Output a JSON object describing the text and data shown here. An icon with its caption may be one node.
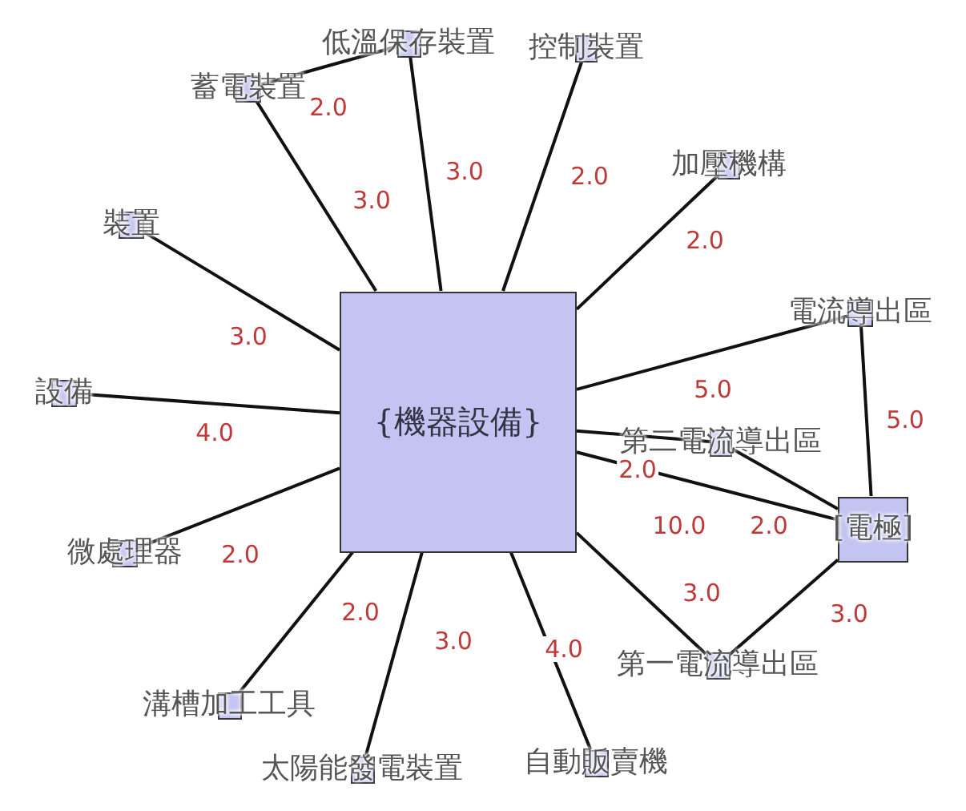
{
  "diagram": {
    "nodes": [
      {
        "text": [
          "{機器設備}"
        ]
      },
      {
        "text": [
          "低溫保存裝置"
        ]
      },
      {
        "text": [
          "控制裝置"
        ]
      },
      {
        "text": [
          "蓄電裝置"
        ]
      },
      {
        "text": [
          "加壓機構"
        ]
      },
      {
        "text": [
          "裝置"
        ]
      },
      {
        "text": [
          "電流導出區"
        ]
      },
      {
        "text": [
          "設備"
        ]
      },
      {
        "text": [
          "第二電流導出區"
        ]
      },
      {
        "text": [
          "[電極]"
        ]
      },
      {
        "text": [
          "微處理器"
        ]
      },
      {
        "text": [
          "第一電流導出區"
        ]
      },
      {
        "text": [
          "溝槽加工工具"
        ]
      },
      {
        "text": [
          "太陽能發電裝置"
        ]
      },
      {
        "text": [
          "自動販賣機"
        ]
      }
    ],
    "edges": [
      {
        "from": 0,
        "to": 1,
        "arrow": "none",
        "label": "3.0"
      },
      {
        "from": 0,
        "to": 3,
        "arrow": "none",
        "label": "3.0"
      },
      {
        "from": 3,
        "to": 1,
        "arrow": "none",
        "label": "2.0"
      },
      {
        "from": 0,
        "to": 2,
        "arrow": "none",
        "label": "2.0"
      },
      {
        "from": 0,
        "to": 4,
        "arrow": "none",
        "label": "2.0"
      },
      {
        "from": 0,
        "to": 5,
        "arrow": "none",
        "label": "3.0"
      },
      {
        "from": 0,
        "to": 7,
        "arrow": "none",
        "label": "4.0"
      },
      {
        "from": 0,
        "to": 6,
        "arrow": "none",
        "label": "5.0"
      },
      {
        "from": 6,
        "to": 9,
        "arrow": "none",
        "label": "5.0"
      },
      {
        "from": 0,
        "to": 8,
        "arrow": "none",
        "label": "2.0"
      },
      {
        "from": 0,
        "to": 9,
        "arrow": "none",
        "label": "10.0"
      },
      {
        "from": 8,
        "to": 9,
        "arrow": "none",
        "label": "2.0"
      },
      {
        "from": 0,
        "to": 10,
        "arrow": "none",
        "label": "2.0"
      },
      {
        "from": 0,
        "to": 11,
        "arrow": "none",
        "label": "3.0"
      },
      {
        "from": 9,
        "to": 11,
        "arrow": "none",
        "label": "3.0"
      },
      {
        "from": 0,
        "to": 12,
        "arrow": "none",
        "label": "2.0"
      },
      {
        "from": 0,
        "to": 13,
        "arrow": "none",
        "label": "3.0"
      },
      {
        "from": 0,
        "to": 14,
        "arrow": "none",
        "label": "4.0"
      }
    ]
  }
}
